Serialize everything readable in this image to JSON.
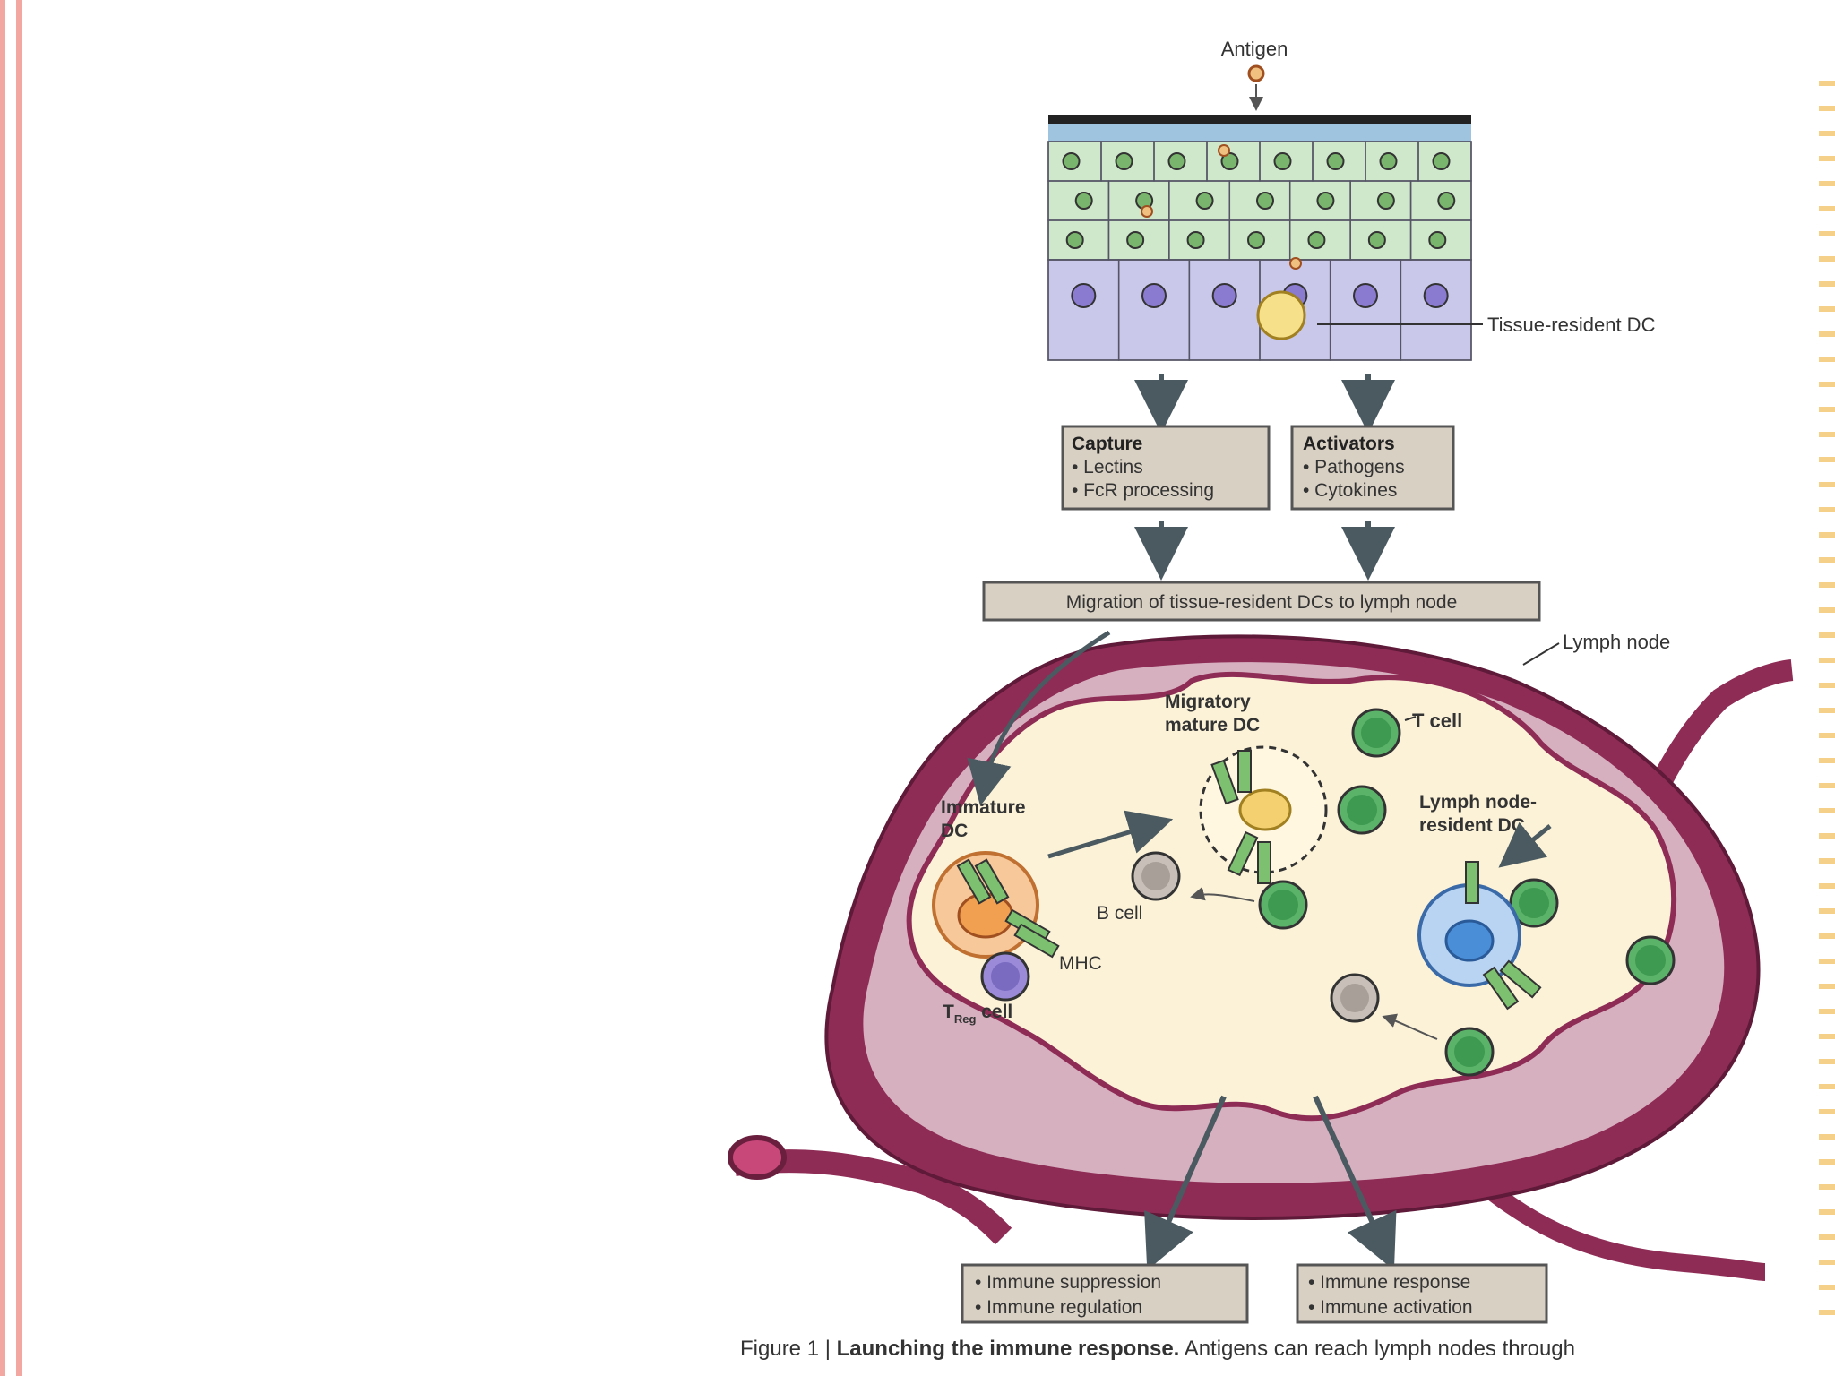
{
  "figure": {
    "labels": {
      "antigen": "Antigen",
      "tissue_dc": "Tissue-resident DC",
      "capture_title": "Capture",
      "capture_items": [
        "• Lectins",
        "• FcR processing"
      ],
      "activators_title": "Activators",
      "activators_items": [
        "• Pathogens",
        "• Cytokines"
      ],
      "migration": "Migration of tissue-resident DCs to lymph node",
      "lymph_node": "Lymph node",
      "migratory_dc": [
        "Migratory",
        "mature DC"
      ],
      "t_cell": "T cell",
      "immature_dc": [
        "Immature",
        "DC"
      ],
      "ln_resident_dc": [
        "Lymph node-",
        "resident DC"
      ],
      "b_cell": "B cell",
      "mhc": "MHC",
      "treg_prefix": "T",
      "treg_sub": "Reg",
      "treg_suffix": " cell",
      "outcome_left": [
        "• Immune suppression",
        "• Immune regulation"
      ],
      "outcome_right": [
        "• Immune response",
        "• Immune activation"
      ]
    },
    "caption": {
      "prefix": "Figure 1 | ",
      "title": "Launching the immune response.",
      "text": " Antigens can reach lymph nodes through"
    }
  },
  "colors": {
    "border": "#f2a8a0",
    "lymph_wall": "#8e2c55",
    "lymph_inner": "#fbf2d8",
    "box_fill": "#d9d0c4",
    "arrow": "#4a5a60",
    "t_cell": "#5bb36a",
    "tissue_top": "#cfe8cc",
    "tissue_bottom": "#c9c8ea"
  }
}
